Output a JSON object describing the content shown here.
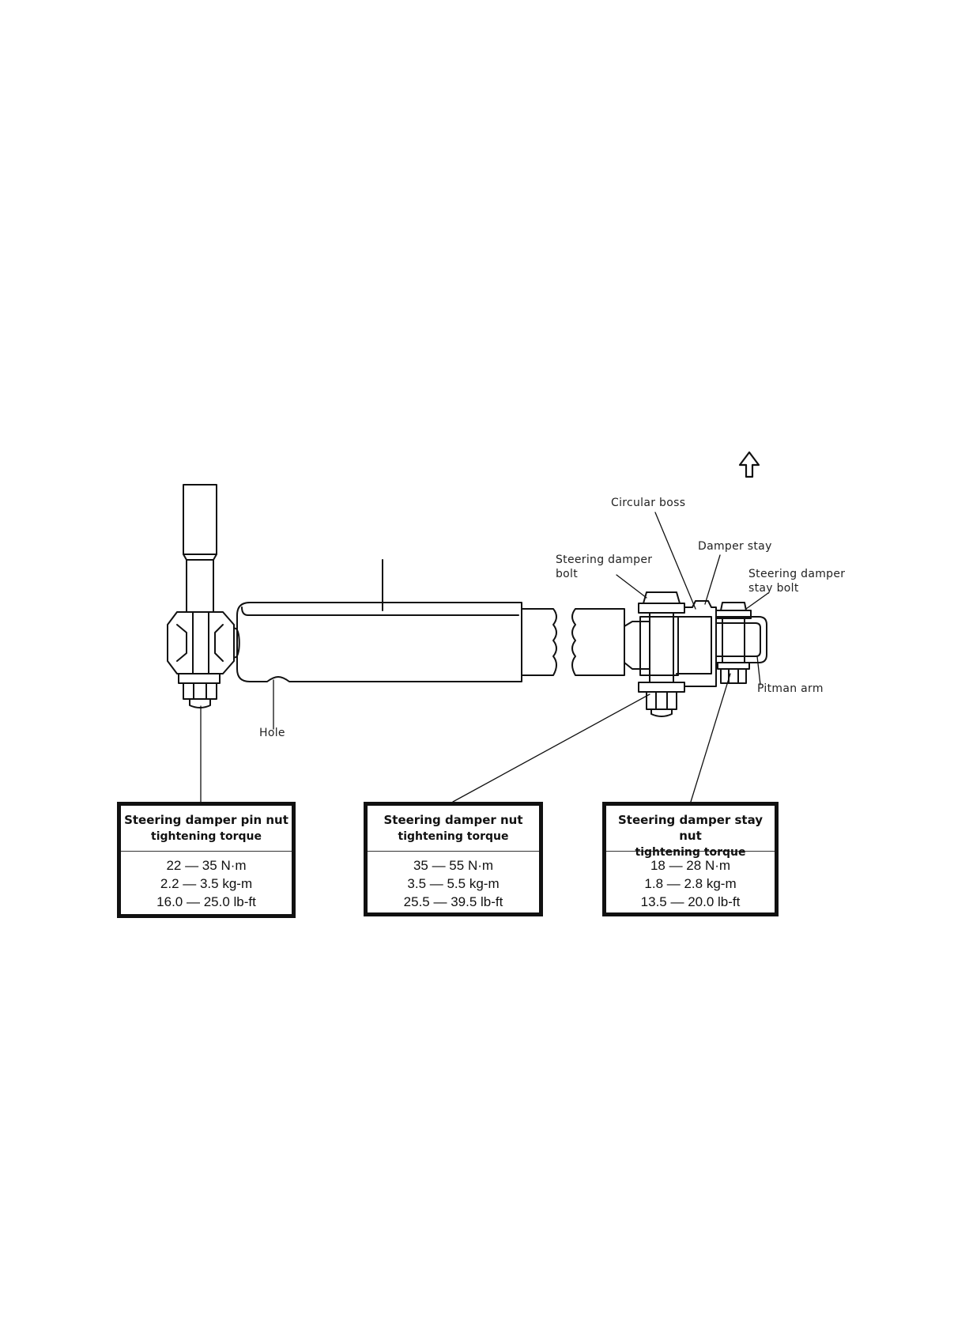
{
  "labels": {
    "circular_boss": "Circular boss",
    "damper_stay": "Damper stay",
    "steering_damper_bolt_line1": "Steering damper",
    "steering_damper_bolt_line2": "bolt",
    "steering_damper_stay_bolt_line1": "Steering damper",
    "steering_damper_stay_bolt_line2": "stay bolt",
    "pitman_arm": "Pitman arm",
    "hole": "Hole"
  },
  "torque_boxes": [
    {
      "title": "Steering damper pin nut",
      "subtitle": "tightening torque",
      "values": [
        "22 — 35 N·m",
        "2.2 — 3.5 kg-m",
        "16.0 — 25.0 lb-ft"
      ]
    },
    {
      "title": "Steering damper nut",
      "subtitle": "tightening torque",
      "values": [
        "35 — 55 N·m",
        "3.5 — 5.5 kg-m",
        "25.5 — 39.5 lb-ft"
      ]
    },
    {
      "title": "Steering damper stay nut",
      "subtitle": "tightening torque",
      "values": [
        "18 — 28 N·m",
        "1.8 — 2.8 kg-m",
        "13.5 — 20.0 lb-ft"
      ]
    }
  ],
  "icons": {
    "direction": "up-arrow-icon"
  }
}
